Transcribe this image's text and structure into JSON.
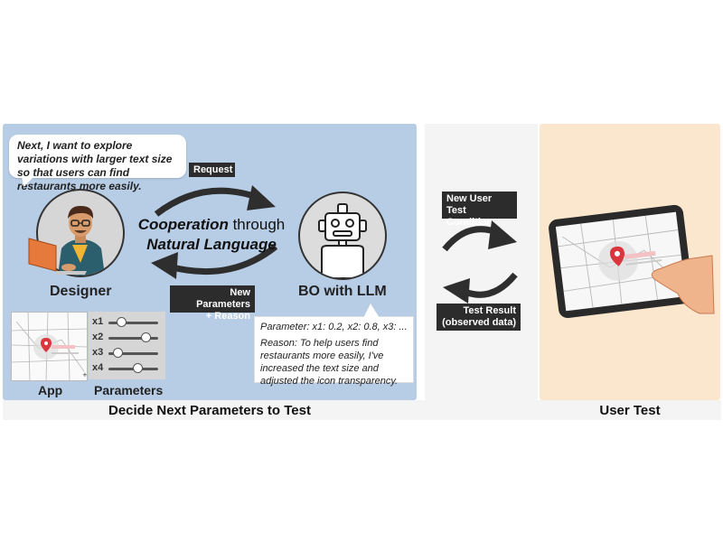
{
  "designer_bubble": {
    "text": "Next, I want to explore variations with larger text size so that users can find restaurants more easily."
  },
  "tags": {
    "request": "Request",
    "new_params": "New Parameters\n+ Reason",
    "new_condition": "New User Test\nCondition",
    "test_result": "Test Result\n(observed data)"
  },
  "cooperation": {
    "line1_bold": "Cooperation",
    "line1_rest": " through",
    "line2": "Natural Language"
  },
  "labels": {
    "designer": "Designer",
    "bo_llm": "BO with LLM",
    "app": "App",
    "parameters": "Parameters"
  },
  "sliders": [
    {
      "label": "x1",
      "value": 0.2
    },
    {
      "label": "x2",
      "value": 0.8
    },
    {
      "label": "x3",
      "value": 0.1
    },
    {
      "label": "x4",
      "value": 0.6
    }
  ],
  "reason": {
    "parameter_line": "Parameter: x1: 0.2, x2: 0.8, x3: ...",
    "reason_text": "Reason: To help users find restaurants more easily, I've increased the text size and adjusted the icon transparency."
  },
  "captions": {
    "left": "Decide Next Parameters to Test",
    "right": "User Test"
  },
  "colors": {
    "blue_panel": "#b7cce5",
    "peach_panel": "#fbe7cd",
    "dark_tag": "#2c2c2c",
    "pin_red": "#d9363e"
  }
}
